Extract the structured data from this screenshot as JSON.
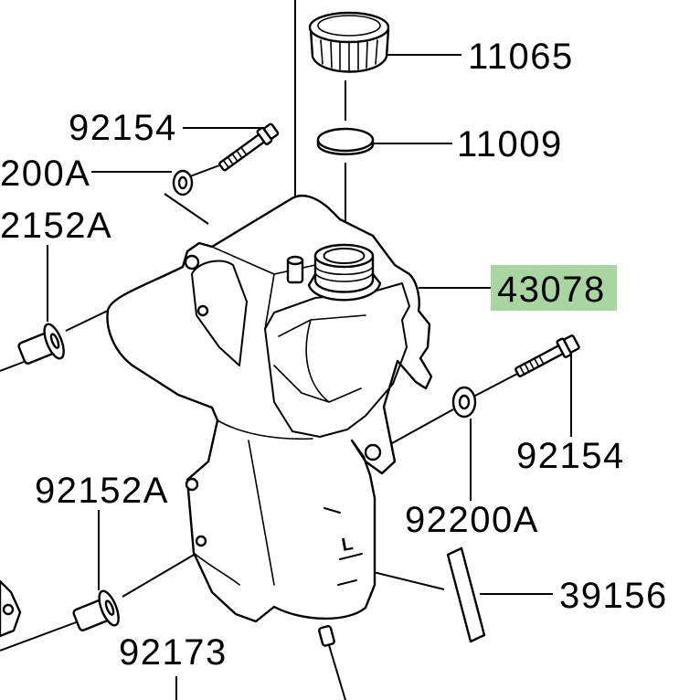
{
  "labels": {
    "cap": "11065",
    "seal": "11009",
    "bolt_top": "92154",
    "washer_top": "200A",
    "bushing_top": "2152A",
    "tank": "43078",
    "bolt_right": "92154",
    "bushing_bottom": "92152A",
    "washer_right": "92200A",
    "pad": "39156",
    "hose": "92173"
  },
  "tank_marking": "L",
  "colors": {
    "highlight": "#a8d5a0",
    "ink": "#000000",
    "background": "#ffffff"
  }
}
